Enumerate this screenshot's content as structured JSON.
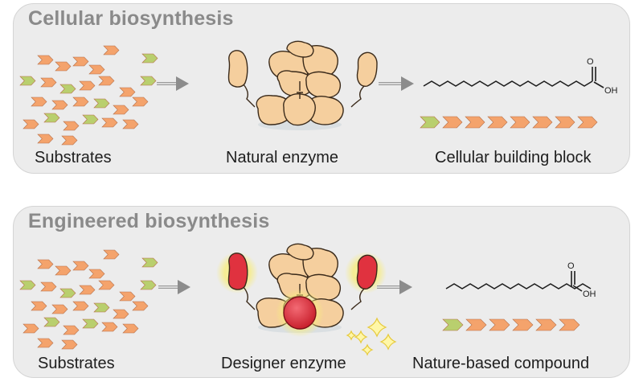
{
  "colors": {
    "panel_bg": "#ececec",
    "title_gray": "#8a8a8a",
    "substrate_orange": "#f4a36c",
    "substrate_green": "#b9cf6e",
    "enzyme_beige": "#f5cf9e",
    "enzyme_outline": "#3a2a1a",
    "designer_red": "#e0323f",
    "glow_yellow": "#f7ec7d",
    "arrow_gray": "#8c8c8c"
  },
  "panels": [
    {
      "title": "Cellular biosynthesis",
      "substrates_label": "Substrates",
      "enzyme_label": "Natural enzyme",
      "product_label": "Cellular building block",
      "acid_label": "OH",
      "chain_orange_count": 7
    },
    {
      "title": "Engineered biosynthesis",
      "substrates_label": "Substrates",
      "enzyme_label": "Designer enzyme",
      "product_label": "Nature-based compound",
      "acid_label": "OH",
      "chain_orange_count": 5
    }
  ],
  "icons": [
    "substrate-chevron-icon",
    "process-arrow-icon",
    "enzyme-icon",
    "fatty-acid-icon",
    "sparkle-icon"
  ]
}
